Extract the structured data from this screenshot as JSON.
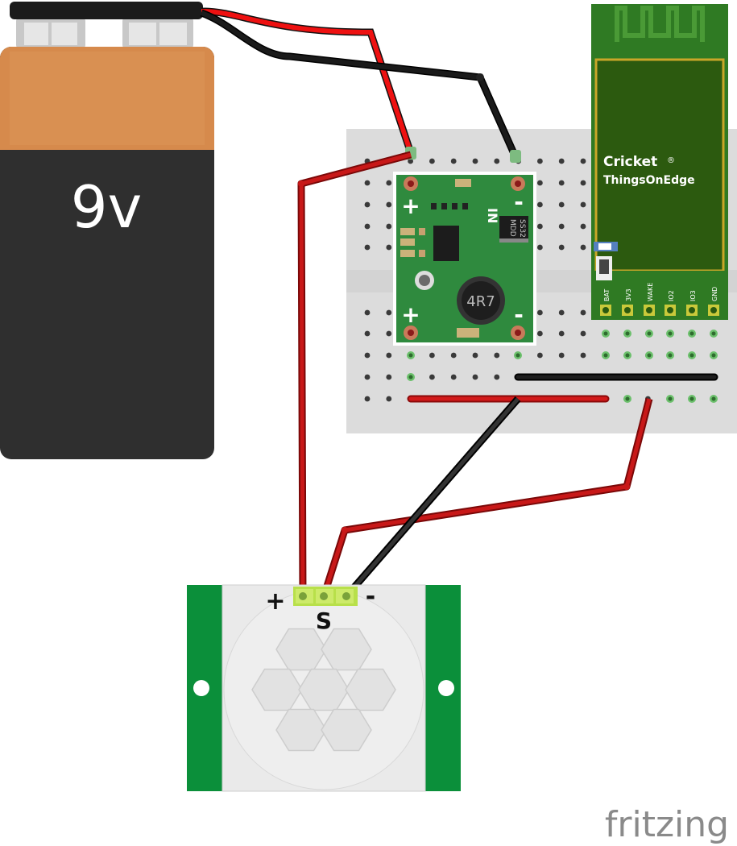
{
  "battery": {
    "label": "9v",
    "body_color": "#2f2f2f",
    "top_color": "#d68a4c"
  },
  "converter": {
    "in_plus": "+",
    "in_minus": "-",
    "out_plus": "+",
    "out_minus": "-",
    "inductor_label": "4R7",
    "diode_label_1": "MDD",
    "diode_label_2": "SS32",
    "in_label": "IN",
    "board_color": "#2f8a3e"
  },
  "cricket": {
    "title": "Cricket",
    "registered": "®",
    "subtitle": "ThingsOnEdge",
    "pins": [
      "BAT",
      "3V3",
      "WAKE",
      "IO2",
      "IO3",
      "GND"
    ],
    "board_color": "#2a6b15"
  },
  "pir": {
    "plus": "+",
    "signal": "S",
    "minus": "-",
    "board_color": "#0b8f3a"
  },
  "brand": {
    "label": "fritzing"
  },
  "wire_colors": {
    "red": "#e11",
    "black": "#111",
    "dark_red": "#c11"
  }
}
